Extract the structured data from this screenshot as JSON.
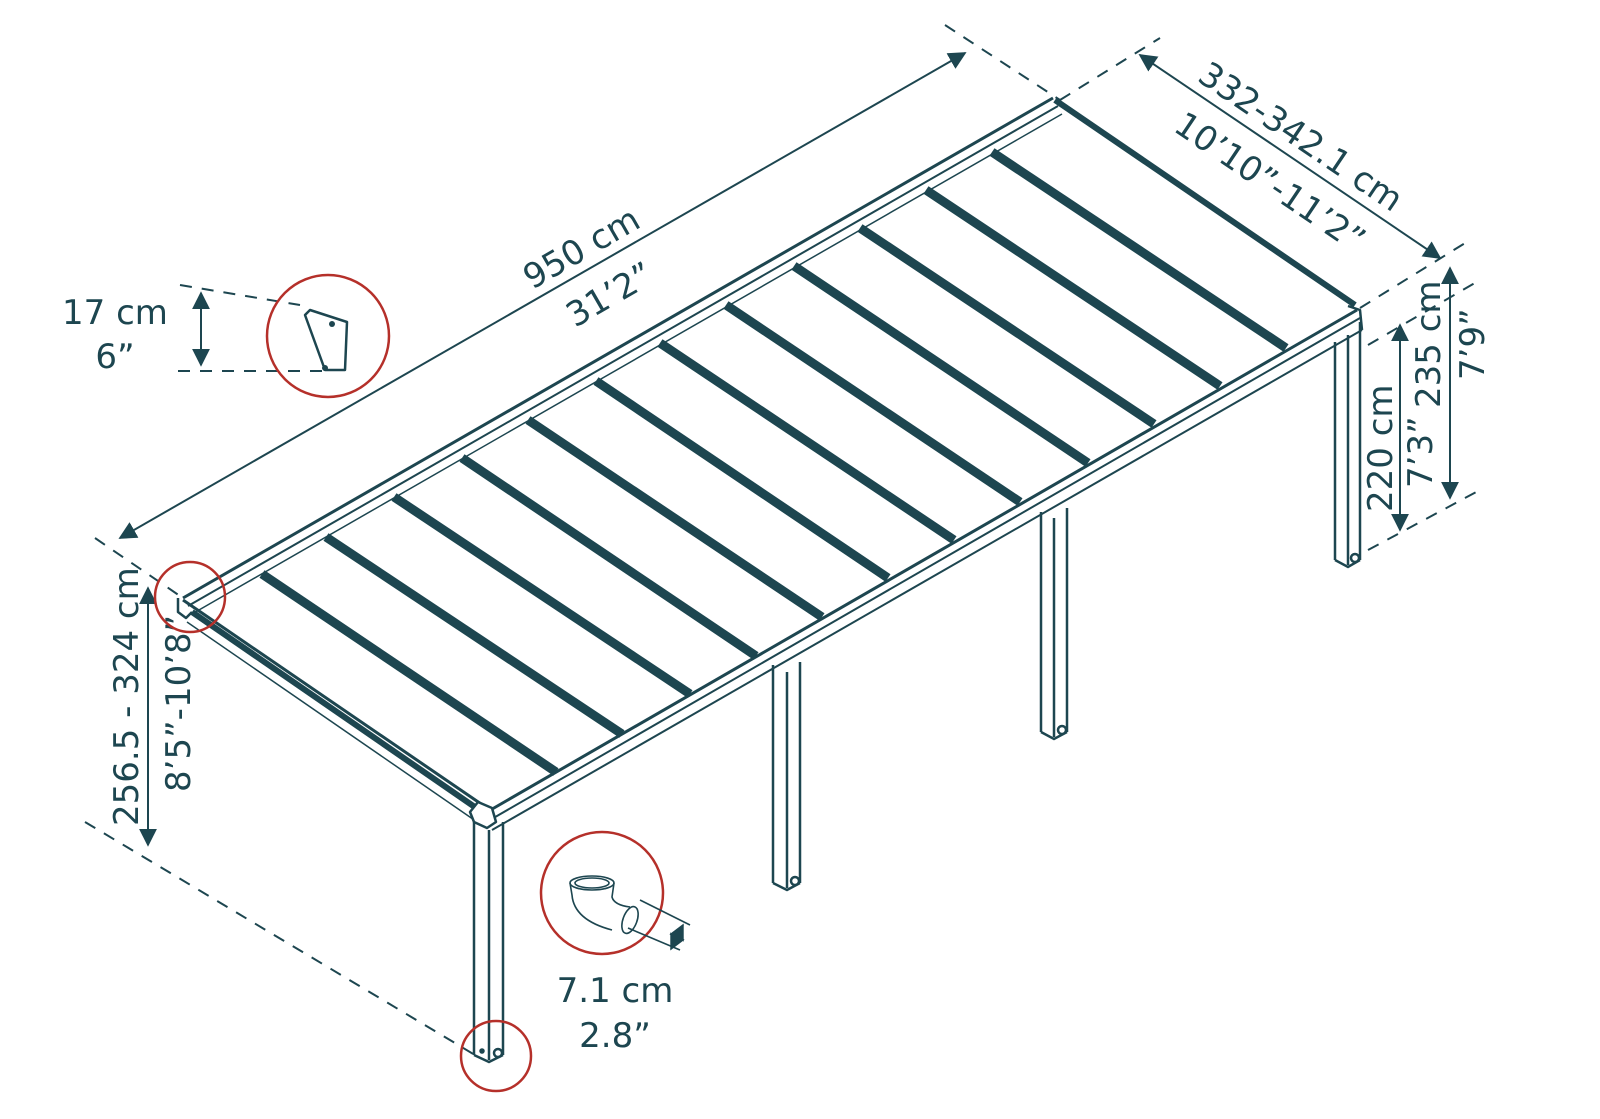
{
  "colors": {
    "line": "#1d4650",
    "highlight": "#b5302a",
    "background": "#ffffff"
  },
  "dimensions": {
    "length": {
      "metric": "950 cm",
      "imperial": "31’2”"
    },
    "width": {
      "metric": "332-342.1 cm",
      "imperial": "10’10”-11’2”"
    },
    "front_post_clearance": {
      "metric": "220 cm",
      "imperial": "7’3”"
    },
    "front_total_height": {
      "metric": "235 cm",
      "imperial": "7’9”"
    },
    "back_wall_height": {
      "metric": "256.5 - 324 cm",
      "imperial": "8’5”-10’8”"
    },
    "gutter_profile": {
      "metric": "17 cm",
      "imperial": "6”"
    },
    "downpipe_diameter": {
      "metric": "7.1 cm",
      "imperial": "2.8”"
    }
  },
  "callouts": [
    {
      "name": "gutter-profile-detail",
      "label": "gutter profile"
    },
    {
      "name": "wall-bracket-detail",
      "label": "wall bracket"
    },
    {
      "name": "downpipe-elbow-detail",
      "label": "downpipe elbow"
    },
    {
      "name": "post-base-detail",
      "label": "post base"
    }
  ],
  "structure": {
    "roof_panels": 14,
    "posts": 4
  }
}
